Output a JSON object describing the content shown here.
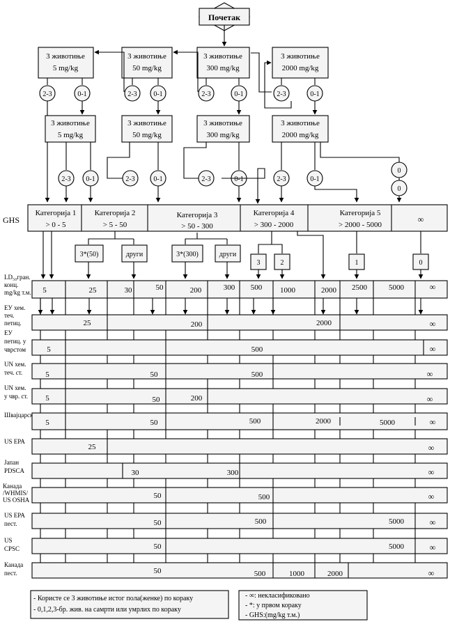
{
  "start": "Почетак",
  "dose_boxes": {
    "top": [
      {
        "line1": "3 животиње",
        "line2": "5 mg/kg"
      },
      {
        "line1": "3 животиње",
        "line2": "50 mg/kg"
      },
      {
        "line1": "3 животиње",
        "line2": "300 mg/kg"
      },
      {
        "line1": "3 животиње",
        "line2": "2000 mg/kg"
      }
    ],
    "second": [
      {
        "line1": "3 животиње",
        "line2": "5 mg/kg"
      },
      {
        "line1": "3 животиње",
        "line2": "50 mg/kg"
      },
      {
        "line1": "3 животиње",
        "line2": "300 mg/kg"
      },
      {
        "line1": "3 животиње",
        "line2": "2000 mg/kg"
      }
    ]
  },
  "outcomes": {
    "dead": "2-3",
    "alive": "0-1",
    "zero": "0"
  },
  "ghs": {
    "label": "GHS",
    "categories": [
      {
        "name": "Категорија 1",
        "range": "> 0 - 5"
      },
      {
        "name": "Категорија 2",
        "range": "> 5 - 50"
      },
      {
        "name": "Категорија 3",
        "range": "> 50 - 300"
      },
      {
        "name": "Категорија 4",
        "range": "> 300 - 2000"
      },
      {
        "name": "Категорија 5",
        "range": "> 2000 - 5000"
      },
      {
        "name": "",
        "range": "∞"
      }
    ]
  },
  "sub_boxes": {
    "cat2_a": "3*(50)",
    "cat2_b": "други",
    "cat3_a": "3*(300)",
    "cat3_b": "други",
    "cat4_a": "3",
    "cat4_b": "2",
    "cat5": "1",
    "cat_inf": "0"
  },
  "ld50_label": {
    "line1": "LD₅₀гран.",
    "line2": "конц.",
    "line3": "mg/kg т.м."
  },
  "ld50_values": [
    "5",
    "25",
    "30",
    "50",
    "200",
    "300",
    "500",
    "1000",
    "2000",
    "2500",
    "5000",
    "∞"
  ],
  "rows": [
    {
      "label1": "ЕУ хем.",
      "label2": "теч.",
      "label3": "петиц.",
      "values": [
        "25",
        "200",
        "2000",
        "∞"
      ]
    },
    {
      "label1": "ЕУ",
      "label2": "петиц. у",
      "label3": "чврстом",
      "values": [
        "5",
        "500",
        "∞"
      ]
    },
    {
      "label1": "UN хем.",
      "label2": "теч. ст.",
      "label3": "",
      "values": [
        "5",
        "50",
        "500",
        "∞"
      ]
    },
    {
      "label1": "UN хем.",
      "label2": "у чвр. ст.",
      "label3": "",
      "values": [
        "5",
        "50",
        "200",
        "∞"
      ]
    },
    {
      "label1": "Швајцарска",
      "label2": "",
      "label3": "",
      "values": [
        "5",
        "50",
        "500",
        "2000",
        "5000",
        "∞"
      ]
    },
    {
      "label1": "US EPA",
      "label2": "",
      "label3": "",
      "values": [
        "25",
        "∞"
      ]
    },
    {
      "label1": "Јапан",
      "label2": "PDSCA",
      "label3": "",
      "values": [
        "30",
        "300",
        "∞"
      ]
    },
    {
      "label1": "Канада",
      "label2": "/WHMIS/",
      "label3": "US OSHA",
      "values": [
        "50",
        "500",
        "∞"
      ]
    },
    {
      "label1": "US EPA",
      "label2": "пест.",
      "label3": "",
      "values": [
        "50",
        "500",
        "5000",
        "∞"
      ]
    },
    {
      "label1": "US",
      "label2": "CPSC",
      "label3": "",
      "values": [
        "50",
        "5000",
        "∞"
      ]
    },
    {
      "label1": "Канада",
      "label2": "пест.",
      "label3": "",
      "values": [
        "50",
        "500",
        "1000",
        "2000",
        "∞"
      ]
    }
  ],
  "legend_left": [
    "- Користе се 3 животиње истог пола(женке)  по кораку",
    "- 0,1,2,3-бр. жив. на самрти   или умрлих по кораку"
  ],
  "legend_right": [
    "-   ∞: некласификовано",
    "-   *: у првом кораку",
    "-   GHS:(mg/kg т.м.)"
  ]
}
